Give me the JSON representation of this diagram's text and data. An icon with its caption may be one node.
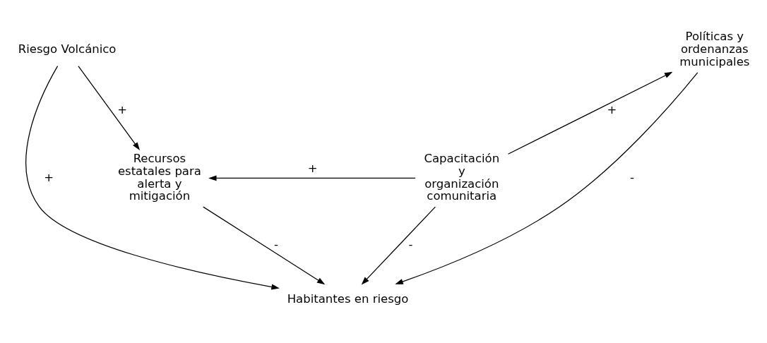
{
  "diagram": {
    "nodes": [
      {
        "text": [
          "Riesgo Volcánico"
        ]
      },
      {
        "text": [
          "Políticas y ordenanzas municipales"
        ]
      },
      {
        "text": [
          "Habitantes en riesgo"
        ]
      },
      {
        "text": [
          "Recursos estatales para alerta y mitigación"
        ]
      },
      {
        "text": [
          "Capacitación y organización comunitaria"
        ]
      }
    ],
    "edges": [
      {
        "from": 0,
        "to": 2,
        "arrow": "to",
        "label": "+"
      },
      {
        "from": 1,
        "to": 2,
        "arrow": "to",
        "label": "-"
      },
      {
        "from": 0,
        "to": 3,
        "arrow": "to",
        "label": "+"
      },
      {
        "from": 3,
        "to": 2,
        "arrow": "to",
        "label": "-"
      },
      {
        "from": 4,
        "to": 2,
        "arrow": "to",
        "label": "-"
      },
      {
        "from": 4,
        "to": 1,
        "arrow": "to",
        "label": "+"
      },
      {
        "from": 4,
        "to": 3,
        "arrow": "to",
        "label": "+"
      }
    ]
  }
}
